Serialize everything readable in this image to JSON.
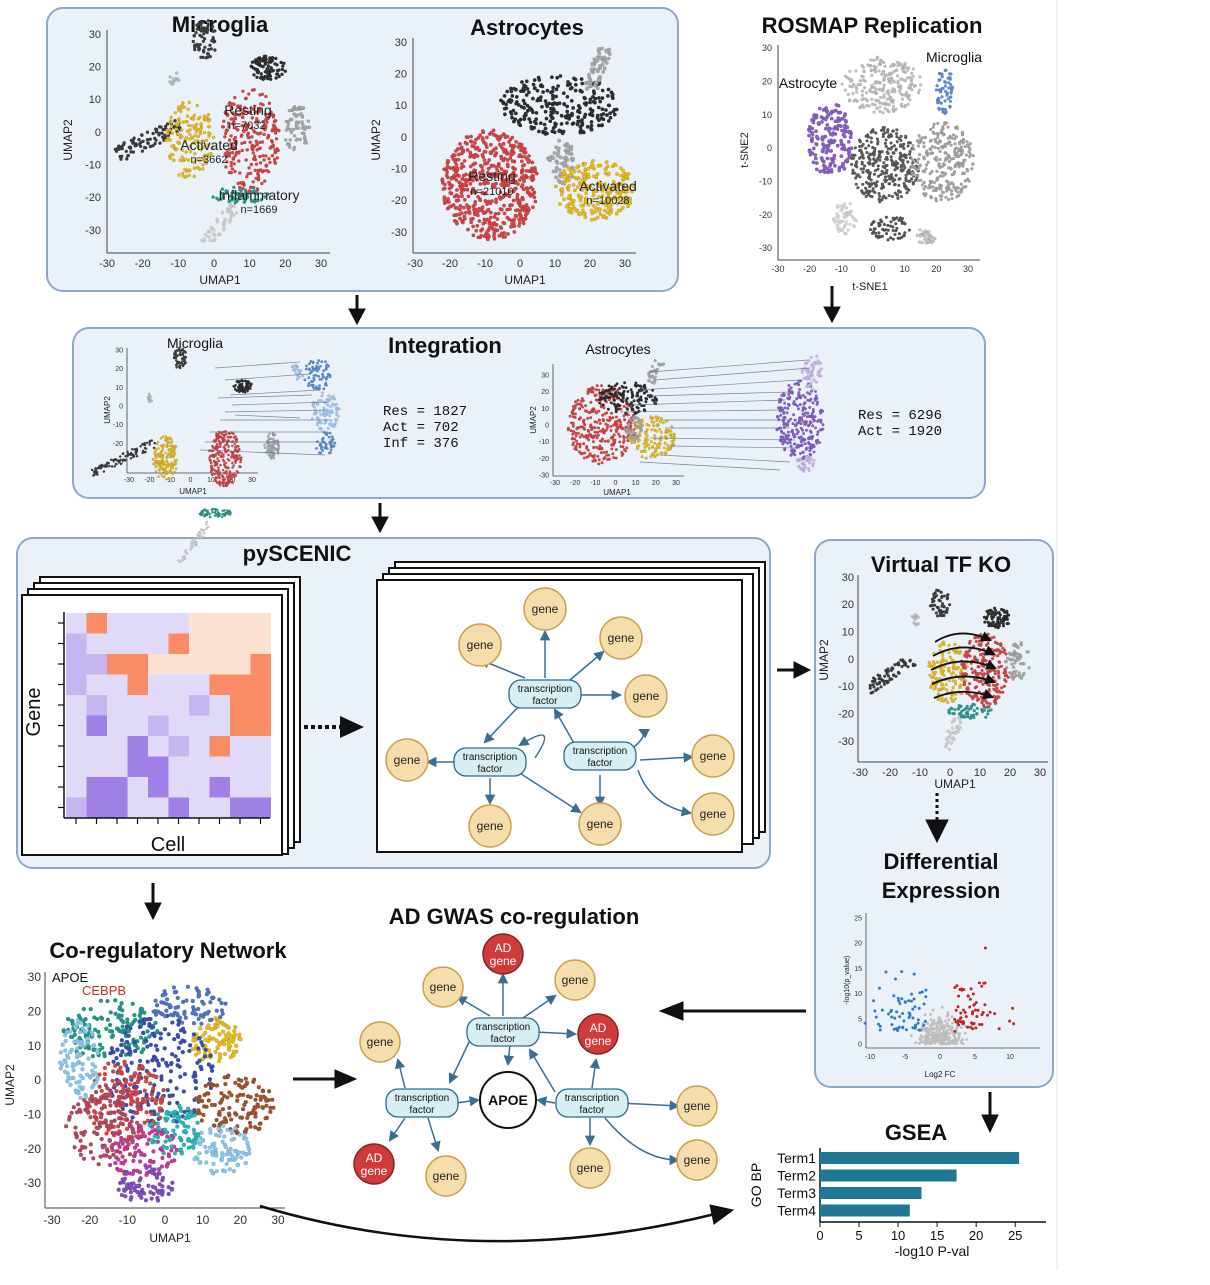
{
  "colors": {
    "panel_fill": "#eaf1f9",
    "panel_border": "#8ea8c9",
    "resting": "#d64545",
    "activated": "#e6bc1f",
    "inflammatory": "#2a9d8f",
    "dark": "#3a3a3a",
    "gray": "#a9a9a9",
    "light": "#d2d2d2",
    "blue_mid": "#5b8fd6",
    "blue_light": "#a7c9ef",
    "purple": "#8a60c8",
    "purple_light": "#cdb8ec",
    "gene_fill": "#f6deac",
    "gene_stroke": "#c9a04a",
    "ad_fill": "#cf3a3a",
    "tf_fill": "#d7eef4",
    "tf_stroke": "#2f6b8a",
    "arrow": "#3a6f94",
    "gsea_bar": "#1f7896",
    "volcano_blue": "#2f7cc4",
    "volcano_red": "#c0262c",
    "heat_orange": "#fa8c65",
    "heat_peach": "#fde1d3",
    "heat_lav": "#e0d9f7",
    "heat_lav2": "#c6b6f0",
    "heat_purple": "#a080e6"
  },
  "microglia": {
    "title": "Microglia",
    "xlabel": "UMAP1",
    "ylabel": "UMAP2",
    "xticks": [
      "-30",
      "-20",
      "-10",
      "0",
      "10",
      "20",
      "30"
    ],
    "yticks": [
      "30",
      "20",
      "10",
      "0",
      "-10",
      "-20",
      "-30"
    ],
    "labels": {
      "resting": "Resting",
      "resting_n": "n=7032",
      "activated": "Activated",
      "activated_n": "n=3662",
      "inflammatory": "Inflammatory",
      "inflammatory_n": "n=1669"
    }
  },
  "astrocytes": {
    "title": "Astrocytes",
    "xlabel": "UMAP1",
    "ylabel": "UMAP2",
    "xticks": [
      "-30",
      "-20",
      "-10",
      "0",
      "10",
      "20",
      "30"
    ],
    "yticks": [
      "30",
      "20",
      "10",
      "0",
      "-10",
      "-20",
      "-30"
    ],
    "labels": {
      "resting": "Resting",
      "resting_n": "n=21010",
      "activated": "Activated",
      "activated_n": "n=10028"
    }
  },
  "rosmap": {
    "title": "ROSMAP Replication",
    "xlabel": "t-SNE1",
    "ylabel": "t-SNE2",
    "xticks": [
      "-30",
      "-20",
      "-10",
      "0",
      "10",
      "20",
      "30"
    ],
    "yticks": [
      "30",
      "20",
      "10",
      "0",
      "-10",
      "-20",
      "-30"
    ],
    "label_astrocyte": "Astrocyte",
    "label_microglia": "Microglia"
  },
  "integration": {
    "title": "Integration",
    "micro_title": "Microglia",
    "astro_title": "Astrocytes",
    "xlabel": "UMAP1",
    "ylabel": "UMAP2",
    "xticks": [
      "-30",
      "-20",
      "-10",
      "0",
      "10",
      "20",
      "30"
    ],
    "yticks": [
      "30",
      "20",
      "10",
      "0",
      "-10",
      "-20",
      "-30"
    ],
    "micro_counts": [
      "Res = 1827",
      "Act =  702",
      "Inf =  376"
    ],
    "astro_counts": [
      "Res = 6296",
      "Act = 1920"
    ]
  },
  "pyscenic": {
    "title": "pySCENIC",
    "heat_ylabel": "Gene",
    "heat_xlabel": "Cell",
    "gene": "gene",
    "tf_line1": "transcription",
    "tf_line2": "factor"
  },
  "virtual_ko": {
    "title": "Virtual TF KO",
    "xlabel": "UMAP1",
    "ylabel": "UMAP2",
    "xticks": [
      "-30",
      "-20",
      "-10",
      "0",
      "10",
      "20",
      "30"
    ],
    "yticks": [
      "30",
      "20",
      "10",
      "0",
      "-10",
      "-20",
      "-30"
    ]
  },
  "de": {
    "title_line1": "Differential",
    "title_line2": "Expression",
    "xlabel": "Log2 FC",
    "ylabel": "-log10(p_value)",
    "xticks": [
      "-10",
      "-5",
      "0",
      "5",
      "10"
    ],
    "yticks": [
      "25",
      "20",
      "15",
      "10",
      "5",
      "0"
    ]
  },
  "coreg": {
    "title": "Co-regulatory Network",
    "xlabel": "UMAP1",
    "ylabel": "UMAP2",
    "xticks": [
      "-30",
      "-20",
      "-10",
      "0",
      "10",
      "20",
      "30"
    ],
    "yticks": [
      "30",
      "20",
      "10",
      "0",
      "-10",
      "-20",
      "-30"
    ],
    "label_apoe": "APOE",
    "label_cebpb": "CEBPB"
  },
  "adgwas": {
    "title": "AD GWAS co-regulation",
    "gene": "gene",
    "ad_line1": "AD",
    "ad_line2": "gene",
    "apoe": "APOE",
    "tf_line1": "transcription",
    "tf_line2": "factor"
  },
  "gsea": {
    "title": "GSEA",
    "ylabel": "GO BP",
    "xlabel": "-log10 P-val",
    "xticks": [
      "0",
      "5",
      "10",
      "15",
      "20",
      "25"
    ]
  },
  "chart_data": {
    "type": "bar",
    "orientation": "horizontal",
    "title": "GSEA",
    "categories": [
      "Term1",
      "Term2",
      "Term3",
      "Term4"
    ],
    "values": [
      25.5,
      17.5,
      13,
      11.5
    ],
    "xlabel": "-log10 P-val",
    "ylabel": "GO BP",
    "xlim": [
      0,
      28
    ]
  }
}
